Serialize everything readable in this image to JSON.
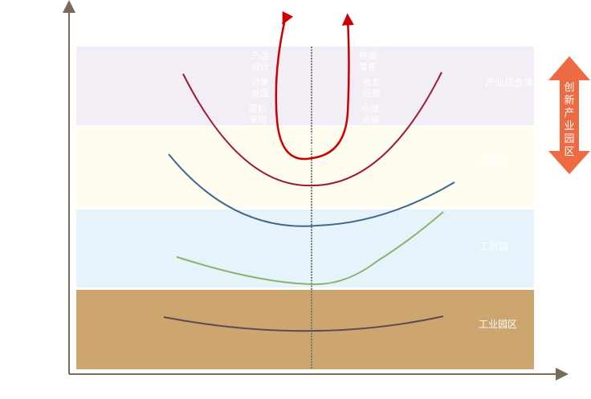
{
  "bands": [
    {
      "label": "产业综合体",
      "color": "#f3edf5"
    },
    {
      "label": "科技园",
      "color": "#fefdf0"
    },
    {
      "label": "工贸园",
      "color": "#e7f3fb"
    },
    {
      "label": "工业园区",
      "color": "#cca56f"
    }
  ],
  "left_labels": [
    "产品\n设计",
    "订单\n处理",
    "原料\n采购"
  ],
  "right_labels": [
    "终端\n零售",
    "批发\n经营",
    "仓储\n运输"
  ],
  "center_label": "配件\n生产",
  "arrow_label": "创新产业园区",
  "colors": {
    "axis": "#7a6a5a",
    "red": "#cc0000",
    "crimson": "#9b1b30",
    "blue": "#3a6a8e",
    "green": "#8ab46a",
    "dark": "#5a4a55",
    "arrow": "#ee6a43"
  }
}
